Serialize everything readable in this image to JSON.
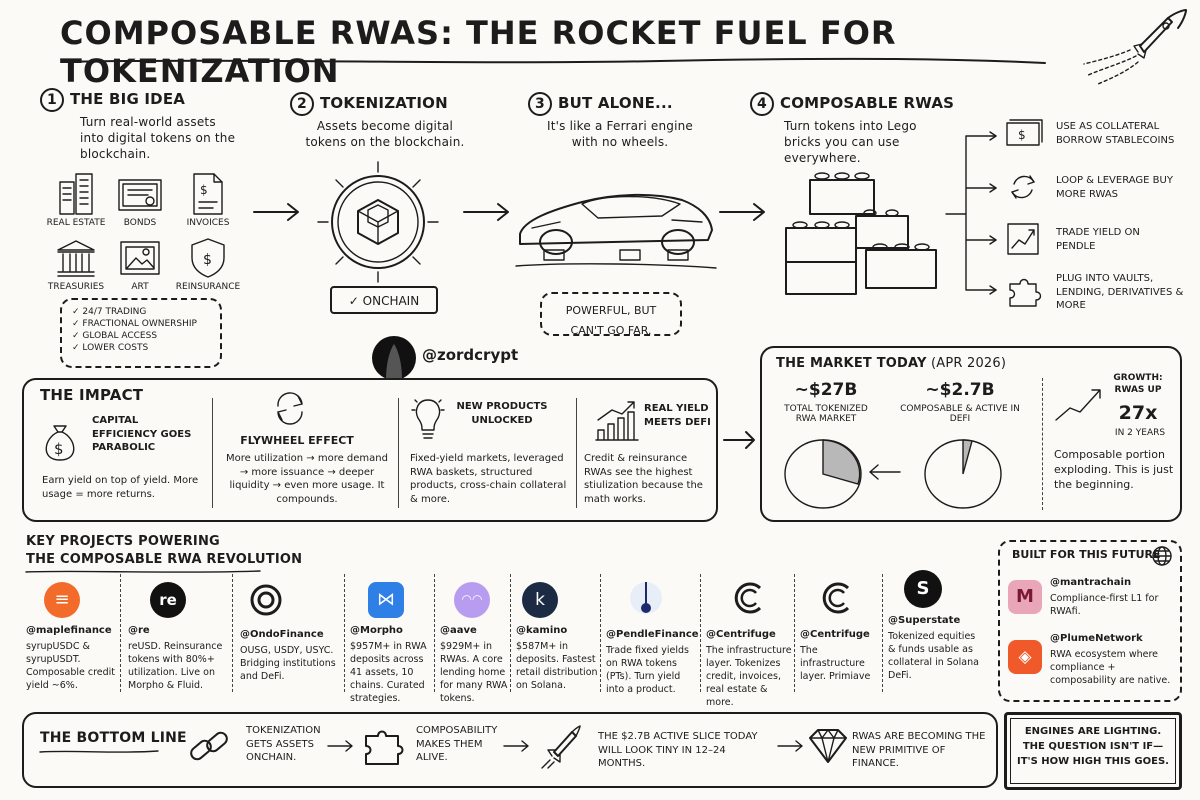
{
  "title": "Composable RWAs: The Rocket Fuel for Tokenization",
  "steps": [
    {
      "num": "1",
      "title": "The Big Idea",
      "desc": "Turn real-world assets into digital tokens on the blockchain."
    },
    {
      "num": "2",
      "title": "Tokenization",
      "desc": "Assets become digital tokens on the blockchain."
    },
    {
      "num": "3",
      "title": "But Alone...",
      "desc": "It's like a Ferrari engine with no wheels."
    },
    {
      "num": "4",
      "title": "Composable RWAs",
      "desc": "Turn tokens into Lego bricks you can use everywhere."
    }
  ],
  "asset_icons": [
    "Real Estate",
    "Bonds",
    "Invoices",
    "Treasuries",
    "Art",
    "Reinsurance"
  ],
  "benefits": [
    "24/7 Trading",
    "Fractional Ownership",
    "Global Access",
    "Lower Costs"
  ],
  "onchain_badge": "✓ ONCHAIN",
  "car_note": "Powerful, but can't go far.",
  "handle": "@zordcrypt",
  "uses": [
    {
      "icon": "collateral-icon",
      "text": "Use as collateral Borrow stablecoins"
    },
    {
      "icon": "loop-icon",
      "text": "Loop & Leverage Buy more RWAs"
    },
    {
      "icon": "chart-icon",
      "text": "Trade Yield on Pendle"
    },
    {
      "icon": "puzzle-icon",
      "text": "Plug into vaults, lending, derivatives & more"
    }
  ],
  "impact": {
    "title": "The Impact",
    "cols": [
      {
        "head": "Capital Efficiency goes parabolic",
        "body": "Earn yield on top of yield. More usage = more returns."
      },
      {
        "head": "Flywheel Effect",
        "body": "More utilization → more demand → more issuance → deeper liquidity → even more usage. It compounds."
      },
      {
        "head": "New Products Unlocked",
        "body": "Fixed-yield markets, leveraged RWA baskets, structured products, cross-chain collateral & more."
      },
      {
        "head": "Real Yield meets DeFi",
        "body": "Credit & reinsurance RWAs see the highest stiulization because the math works."
      }
    ]
  },
  "market": {
    "title": "The Market Today",
    "date": "(Apr 2026)",
    "total_value": "~$27B",
    "total_label": "Total Tokenized RWA Market",
    "composable_value": "~$2.7B",
    "composable_label": "Composable & Active in DeFi",
    "growth_label": "Growth: RWAs up",
    "growth_value": "27x",
    "growth_period": "in 2 years",
    "note": "Composable portion exploding. This is just the beginning."
  },
  "projects_title_1": "Key Projects Powering",
  "projects_title_2": "The Composable RWA Revolution",
  "projects": [
    {
      "name": "@maplefinance",
      "desc": "syrupUSDC & syrupUSDT. Composable credit yield ~6%.",
      "color": "#f26b2b",
      "glyph": "≡"
    },
    {
      "name": "@re",
      "desc": "reUSD. Reinsurance tokens with 80%+ utilization. Live on Morpho & Fluid.",
      "color": "#111111",
      "glyph": "re"
    },
    {
      "name": "@OndoFinance",
      "desc": "OUSG, USDY, USYC. Bridging institutions and DeFi.",
      "color": "#ffffff",
      "glyph": "@"
    },
    {
      "name": "@Morpho",
      "desc": "$957M+ in RWA deposits across 41 assets, 10 chains. Curated strategies.",
      "color": "#2e7fe6",
      "glyph": "⋈"
    },
    {
      "name": "@aave",
      "desc": "$929M+ in RWAs. A core lending home for many RWA tokens.",
      "color": "#b79cf0",
      "glyph": "◠◠"
    },
    {
      "name": "@kamino",
      "desc": "$587M+ in deposits. Fastest retail distribution on Solana.",
      "color": "#1c2a44",
      "glyph": "k"
    },
    {
      "name": "@PendleFinance",
      "desc": "Trade fixed yields on RWA tokens (PTs). Turn yield into a product.",
      "color": "#e8eef8",
      "glyph": "⌾"
    },
    {
      "name": "@Centrifuge",
      "desc": "The infrastructure layer. Tokenizes credit, invoices, real estate & more.",
      "color": "#ffffff",
      "glyph": "C"
    },
    {
      "name": "@Centrifuge",
      "desc": "The infrastructure layer. Primiave",
      "color": "#ffffff",
      "glyph": "C"
    },
    {
      "name": "@Superstate",
      "desc": "Tokenized equities & funds usable as collateral in Solana DeFi.",
      "color": "#111111",
      "glyph": "S"
    }
  ],
  "built_for": {
    "title": "Built For This Future",
    "items": [
      {
        "name": "@mantrachain",
        "desc": "Compliance-first L1 for RWAfi.",
        "color": "#e9a6b8",
        "glyph": "M"
      },
      {
        "name": "@PlumeNetwork",
        "desc": "RWA ecosystem where compliance + composability are native.",
        "color": "#f0592a",
        "glyph": "◈"
      }
    ]
  },
  "bottom": {
    "title": "The Bottom Line",
    "steps": [
      "Tokenization gets assets onchain.",
      "Composability makes them alive.",
      "The $2.7B active slice today will look tiny in 12–24 months.",
      "RWAs are becoming the new primitive of finance."
    ],
    "closing": "Engines are lighting. The question isn't if— it's how high this goes."
  }
}
